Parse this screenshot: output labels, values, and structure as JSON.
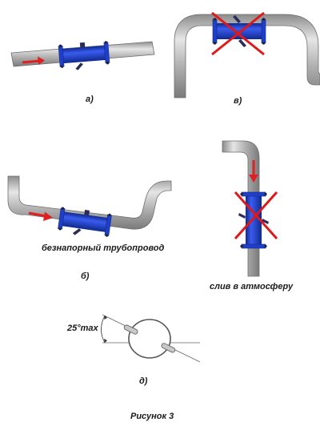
{
  "labels": {
    "a": "а)",
    "v": "в)",
    "b": "б)",
    "d": "д)",
    "non_pressure": "безнапорный трубопровод",
    "atmosphere_drain": "слив в атмосферу",
    "angle": "25°max",
    "caption": "Рисунок 3"
  },
  "colors": {
    "pipe": "#a9a9a9",
    "pipe_edge": "#6e6e6e",
    "meter": "#1f3fc8",
    "meter_dark": "#0f2a8e",
    "arrow": "#e02020",
    "cross": "#e01818"
  }
}
